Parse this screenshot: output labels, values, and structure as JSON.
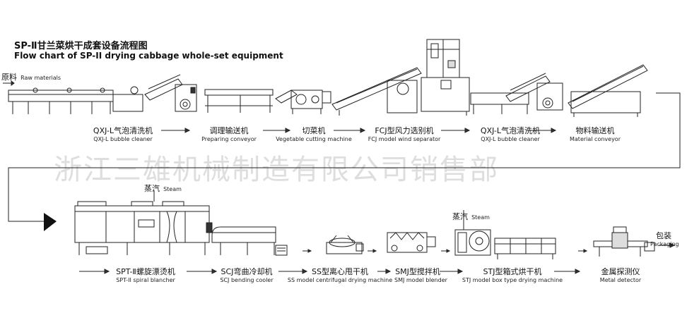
{
  "title": {
    "cn": "SP-Ⅱ甘兰菜烘干成套设备流程图",
    "en": "Flow chart of  SP-II drying cabbage whole-set equipment"
  },
  "watermark": "浙江三雄机械制造有限公司销售部",
  "raw_materials": {
    "cn": "原料",
    "en": "Raw materials"
  },
  "steam_1": {
    "cn": "蒸汽",
    "en": "Steam"
  },
  "steam_2": {
    "cn": "蒸汽",
    "en": "Steam"
  },
  "packaging": {
    "cn": "包装",
    "en": "Packaging"
  },
  "row1": [
    {
      "cn": "QXJ-L气泡清洗机",
      "en": "QXJ-L bubble cleaner"
    },
    {
      "cn": "调理输送机",
      "en": "Preparing conveyor"
    },
    {
      "cn": "切菜机",
      "en": "Vegetable cutting machine"
    },
    {
      "cn": "FCJ型风力选别机",
      "en": "FCJ model wind separator"
    },
    {
      "cn": "QXJ-L气泡清洗机",
      "en": "QXJ-L bubble cleaner"
    },
    {
      "cn": "物料输送机",
      "en": "Material conveyor"
    }
  ],
  "row2": [
    {
      "cn": "SPT-Ⅱ螺旋漂烫机",
      "en": "SPT-II spiral blancher"
    },
    {
      "cn": "SCJ弯曲冷却机",
      "en": "SCJ bending cooler"
    },
    {
      "cn": "SS型离心甩干机",
      "en": "SS model centrifugal drying machine"
    },
    {
      "cn": "SMJ型搅拌机",
      "en": "SMJ model blender"
    },
    {
      "cn": "STJ型箱式烘干机",
      "en": "STJ model box type drying machine"
    },
    {
      "cn": "金属探测仪",
      "en": "Metal detector"
    }
  ]
}
